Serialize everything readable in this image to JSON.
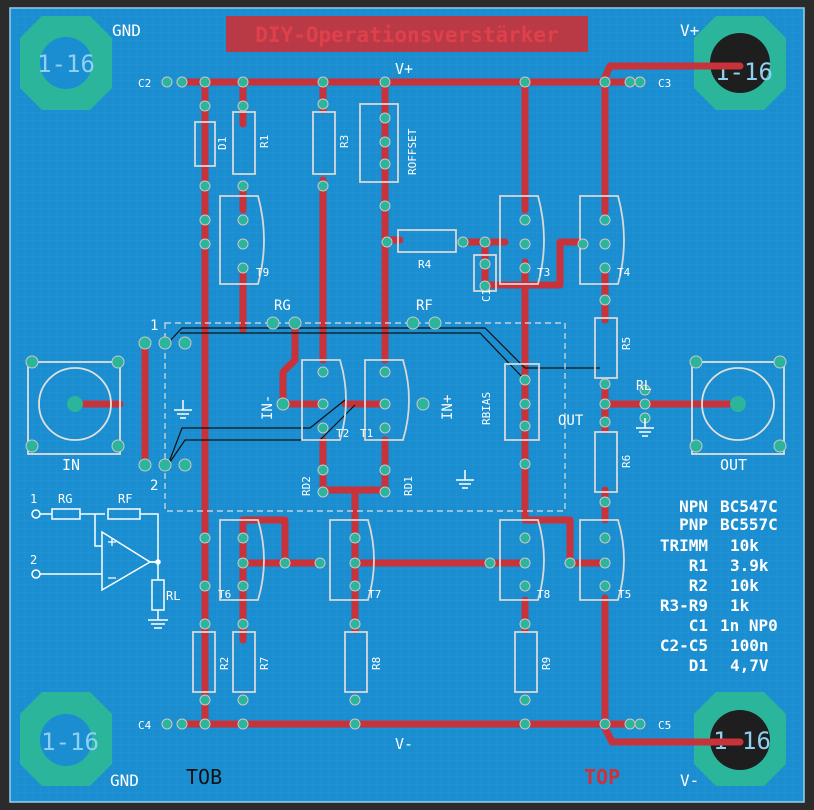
{
  "title": "DIY-Operationsverstärker",
  "power": {
    "vplus": "V+",
    "vminus": "V-",
    "gnd": "GND"
  },
  "mount_hole_label": "1-16",
  "connectors": {
    "in": "IN",
    "out": "OUT",
    "in_minus": "IN-",
    "in_plus": "IN+"
  },
  "pin_numbers": {
    "p1": "1",
    "p2": "2"
  },
  "refs": {
    "c1": "C1",
    "c2": "C2",
    "c3": "C3",
    "c4": "C4",
    "c5": "C5",
    "d1": "D1",
    "r1": "R1",
    "r2": "R2",
    "r3": "R3",
    "r4": "R4",
    "r5": "R5",
    "r6": "R6",
    "r7": "R7",
    "r8": "R8",
    "r9": "R9",
    "rg": "RG",
    "rf": "RF",
    "rl": "RL",
    "rbias": "RBIAS",
    "roffset": "ROFFSET",
    "rd1": "RD1",
    "rd2": "RD2",
    "t1": "T1",
    "t2": "T2",
    "t3": "T3",
    "t4": "T4",
    "t5": "T5",
    "t6": "T6",
    "t7": "T7",
    "t8": "T8",
    "t9": "T9"
  },
  "schematic_labels": {
    "rg": "RG",
    "rf": "RF",
    "rl": "RL",
    "p1": "1",
    "p2": "2"
  },
  "bom": [
    {
      "key": "NPN",
      "value": "BC547C"
    },
    {
      "key": "PNP",
      "value": "BC557C"
    },
    {
      "key": "TRIMM",
      "value": "10k"
    },
    {
      "key": "R1",
      "value": "3.9k"
    },
    {
      "key": "R2",
      "value": "10k"
    },
    {
      "key": "R3-R9",
      "value": "1k"
    },
    {
      "key": "C1",
      "value": "1n NP0"
    },
    {
      "key": "C2-C5",
      "value": "100n"
    },
    {
      "key": "D1",
      "value": "4,7V"
    }
  ],
  "layer_labels": {
    "top": "TOP",
    "bottom": "TOB"
  },
  "colors": {
    "board": "#1a8ed0",
    "trace": "#c8323a",
    "pad": "#2bb59a",
    "silk": "#ffffff",
    "hole": "#1e1e1e"
  }
}
